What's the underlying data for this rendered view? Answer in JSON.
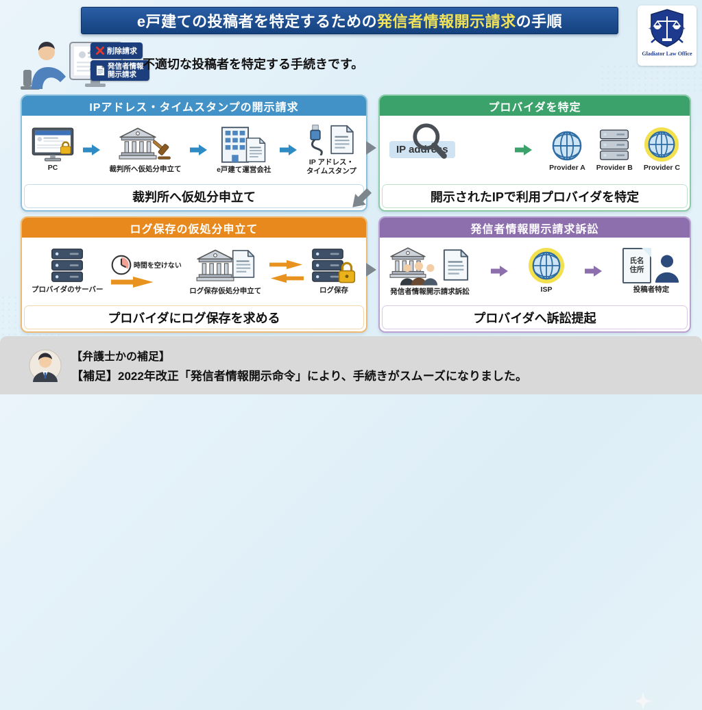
{
  "title": {
    "prefix": "e戸建ての投稿者を特定するための",
    "highlight": "発信者情報開示請求",
    "suffix": "の手順"
  },
  "logo": {
    "text": "Gladiator Law Office"
  },
  "intro": {
    "bubble_delete": "削除請求",
    "bubble_disclose_line1": "発信者情報",
    "bubble_disclose_line2": "開示請求",
    "description": "不適切な投稿者を特定する手続きです。"
  },
  "panels": {
    "ip_disclosure": {
      "header": "IPアドレス・タイムスタンプの開示請求",
      "label_pc": "PC",
      "label_court": "裁判所へ仮処分申立て",
      "label_company": "e戸建て運営会社",
      "label_ip_line1": "IP アドレス・",
      "label_ip_line2": "タイムスタンプ",
      "caption": "裁判所へ仮処分申立て",
      "accent": "#4292c7"
    },
    "provider_identify": {
      "header": "プロバイダを特定",
      "chip": "IP address",
      "provider_a": "Provider A",
      "provider_b": "Provider B",
      "provider_c": "Provider C",
      "caption": "開示されたIPで利用プロバイダを特定",
      "accent": "#3ba26b"
    },
    "log_preservation": {
      "header": "ログ保存の仮処分申立て",
      "label_server": "プロバイダのサーバー",
      "clock_note": "時間を空けない",
      "label_filing": "ログ保存仮処分申立て",
      "label_log": "ログ保存",
      "caption": "プロバイダにログ保存を求める",
      "accent": "#e8891d"
    },
    "lawsuit": {
      "header": "発信者情報開示請求訴訟",
      "label_suit": "発信者情報開示請求訴訟",
      "label_isp": "ISP",
      "doc_line1": "氏名",
      "doc_line2": "住所",
      "label_target": "投稿者特定",
      "caption": "プロバイダへ訴訟提起",
      "accent": "#8d6fae"
    }
  },
  "footer": {
    "line1": "【弁護士かの補足】",
    "line2": "【補足】2022年改正「発信者情報開示命令」により、手続きがスムーズになりました。"
  },
  "colors": {
    "banner": "#15417e",
    "title_highlight": "#f2e258",
    "panel_blue": "#4292c7",
    "panel_green": "#3ba26b",
    "panel_orange": "#e8891d",
    "panel_purple": "#8d6fae",
    "footer_bg": "#d9d9d9"
  }
}
